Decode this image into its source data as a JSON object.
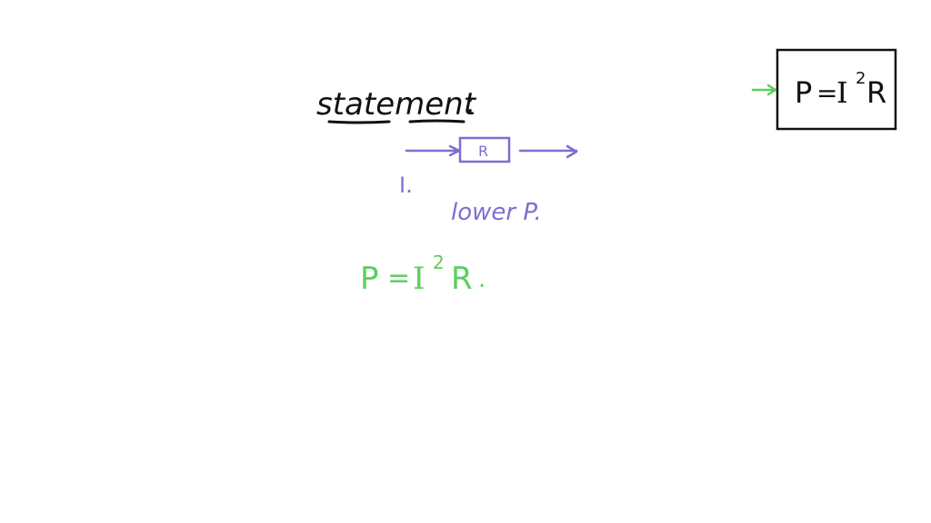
{
  "colors": {
    "background": "#ffffff",
    "ink_black": "#111111",
    "ink_purple": "#7b6fd0",
    "ink_green": "#5ccf5c"
  },
  "heading": {
    "label": "statement",
    "colon": ":"
  },
  "circuit": {
    "resistor_label": "R",
    "current_label": "I.",
    "result_label": "lower P."
  },
  "equation": {
    "text_p": "P",
    "text_eq": "=",
    "text_i": "I",
    "exponent": "2",
    "text_r": "R",
    "dot": "."
  },
  "boxed_formula": {
    "text_p": "P",
    "text_eq": "=",
    "text_i": "I",
    "exponent": "2",
    "text_r": "R"
  }
}
